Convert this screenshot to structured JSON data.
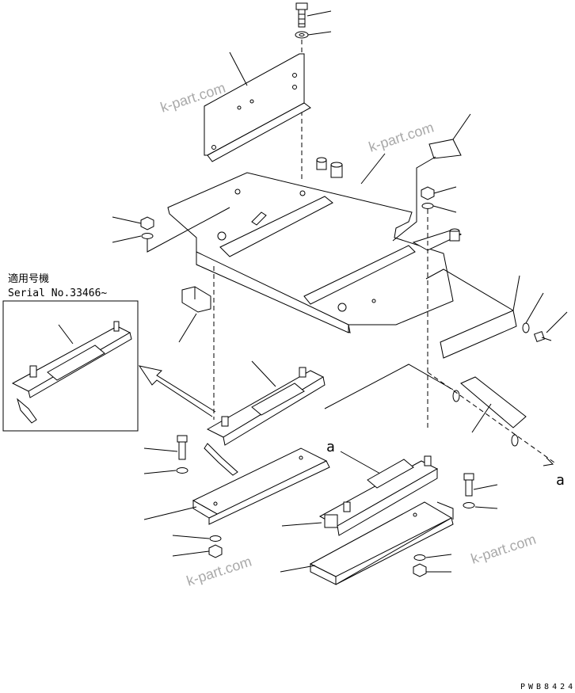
{
  "serial_box": {
    "title": "適用号機",
    "serial": "Serial No.33466~"
  },
  "callouts": {
    "a_left": "a",
    "a_right": "a"
  },
  "watermarks": [
    "k-part.com",
    "k-part.com",
    "k-part.com",
    "k-part.com"
  ],
  "drawing_number": "PWB8424"
}
